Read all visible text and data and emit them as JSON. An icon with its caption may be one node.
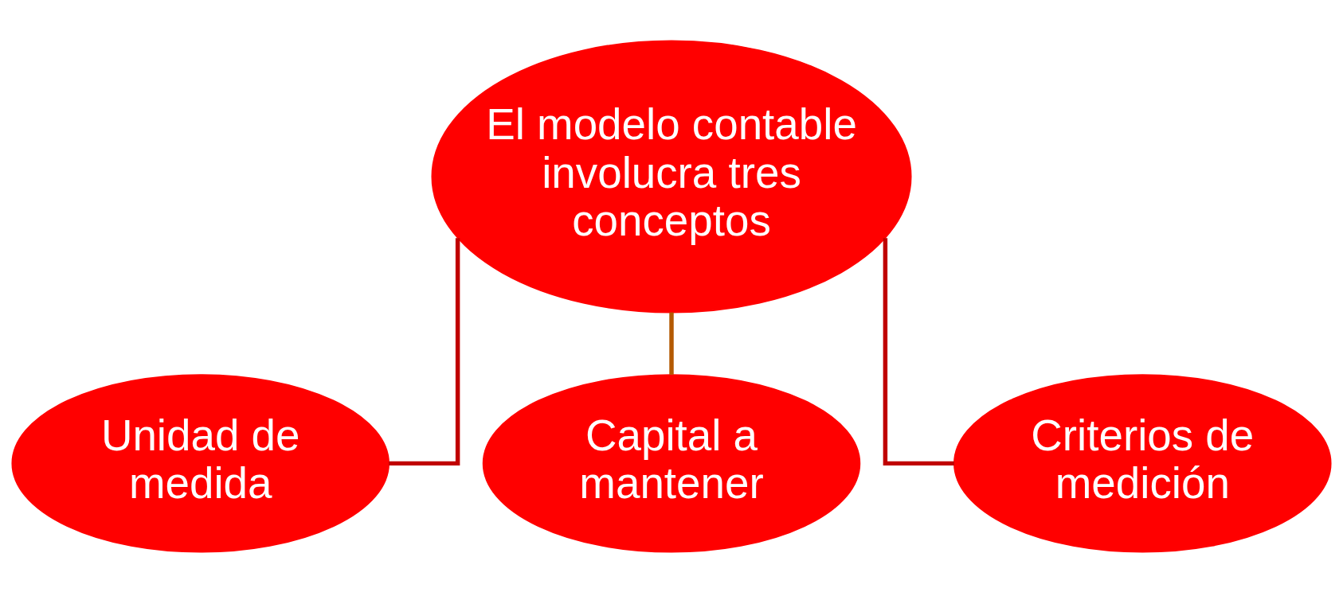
{
  "diagram": {
    "nodes": [
      {
        "text": [
          "El modelo contable involucra tres conceptos"
        ]
      },
      {
        "text": [
          "Unidad de medida"
        ]
      },
      {
        "text": [
          "Capital a mantener"
        ]
      },
      {
        "text": [
          "Criterios de medición"
        ]
      }
    ],
    "edges": [
      {
        "from": 0,
        "to": 1,
        "arrow": "none"
      },
      {
        "from": 0,
        "to": 2,
        "arrow": "none",
        "color": "#b35900"
      },
      {
        "from": 0,
        "to": 3,
        "arrow": "none"
      }
    ]
  }
}
